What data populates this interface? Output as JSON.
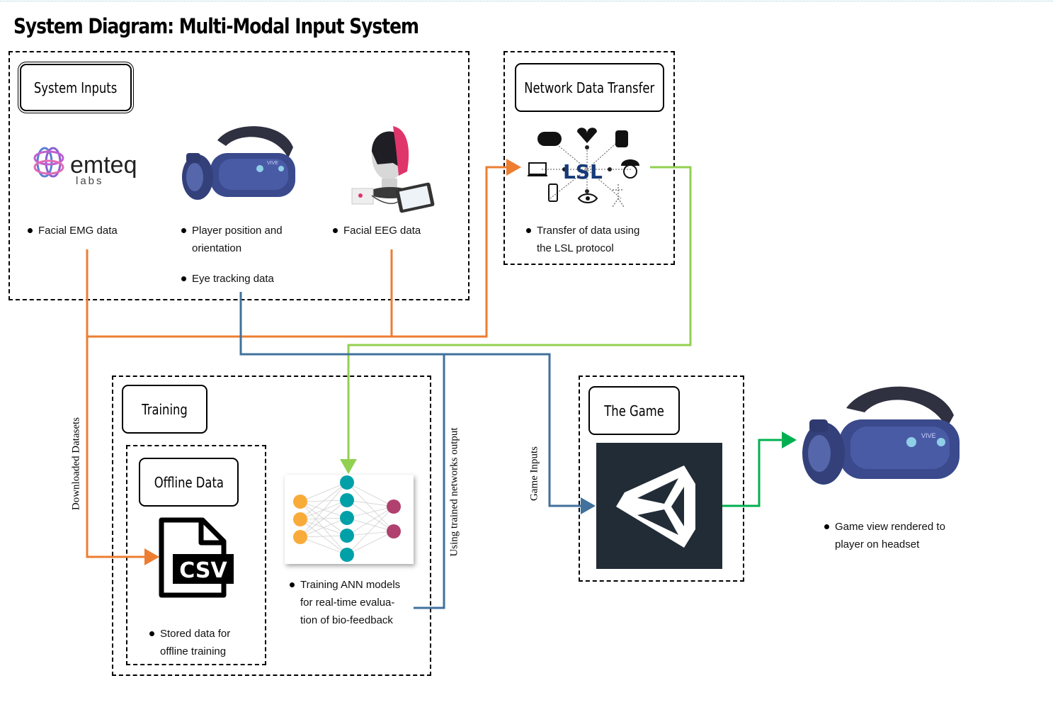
{
  "title": "System Diagram: Multi-Modal Input System",
  "groups": {
    "system_inputs": "System Inputs",
    "network": "Network Data Transfer",
    "training": "Training",
    "offline": "Offline Data",
    "game": "The Game"
  },
  "emteq": {
    "brand_top": "emteq",
    "brand_bottom": "labs"
  },
  "lsl_text": "LSL",
  "csv_text": "CSV",
  "vive_text": "VIVE",
  "bullets": {
    "emg": "Facial EMG data",
    "player_pos_1": "Player position and",
    "player_pos_2": "orientation",
    "eye": "Eye tracking data",
    "eeg": "Facial EEG data",
    "lsl_1": "Transfer of data using",
    "lsl_2": "the LSL protocol",
    "offline_1": "Stored data for",
    "offline_2": "offline training",
    "ann_1": "Training ANN models",
    "ann_2": "for real-time evalua-",
    "ann_3": "tion of bio-feedback",
    "headset_1": "Game view rendered to",
    "headset_2": "player on headset"
  },
  "edge_labels": {
    "downloaded": "Downloaded Datasets",
    "trained": "Using trained networks output",
    "game_inputs": "Game Inputs"
  },
  "colors": {
    "orange": "#ed7d31",
    "blue": "#41719c",
    "light_green": "#92d050",
    "green": "#00b050",
    "unity_bg": "#222c37"
  },
  "icons": [
    "emteq-logo",
    "vr-headset-icon",
    "eeg-cap-icon",
    "lsl-network-icon",
    "csv-file-icon",
    "neural-network-icon",
    "unity-logo-icon"
  ]
}
